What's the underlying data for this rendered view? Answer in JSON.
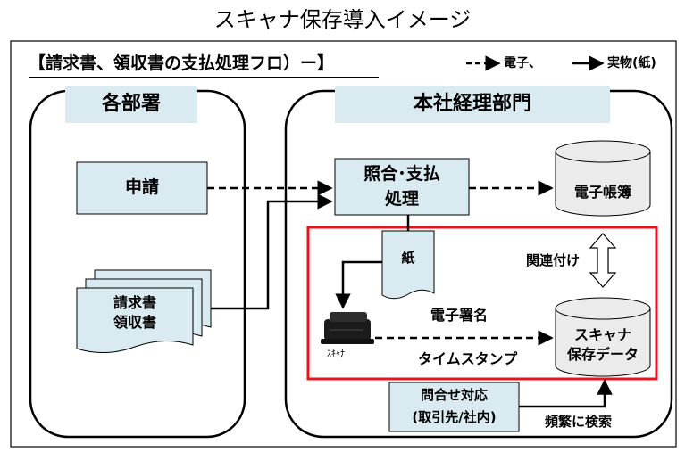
{
  "title": "スキャナ保存導入イメージ",
  "section_label": "【請求書、領収書の支払処理フロ）ー】",
  "legend": {
    "electronic_label": "電子、",
    "physical_label": "実物(紙)"
  },
  "departments": {
    "left_header": "各部署",
    "right_header": "本社経理部門"
  },
  "nodes": {
    "application": "申請",
    "invoice_line1": "請求書",
    "invoice_line2": "領収書",
    "verify_line1": "照合･支払",
    "verify_line2": "処理",
    "ledger": "電子帳簿",
    "paper": "紙",
    "scanner_caption": "ｽｷｬﾅ",
    "scan_data_line1": "スキャナ",
    "scan_data_line2": "保存データ",
    "inquiry_line1": "問合せ対応",
    "inquiry_line2": "(取引先/社内)"
  },
  "edge_labels": {
    "linkage": "関連付け",
    "e_signature": "電子署名",
    "timestamp": "タイムスタンプ",
    "frequent_search": "頻繁に検索"
  },
  "colors": {
    "box_fill": "#d9eaf1",
    "cylinder_fill": "#ebebeb",
    "highlight_border": "#e8141b",
    "line": "#000000"
  }
}
